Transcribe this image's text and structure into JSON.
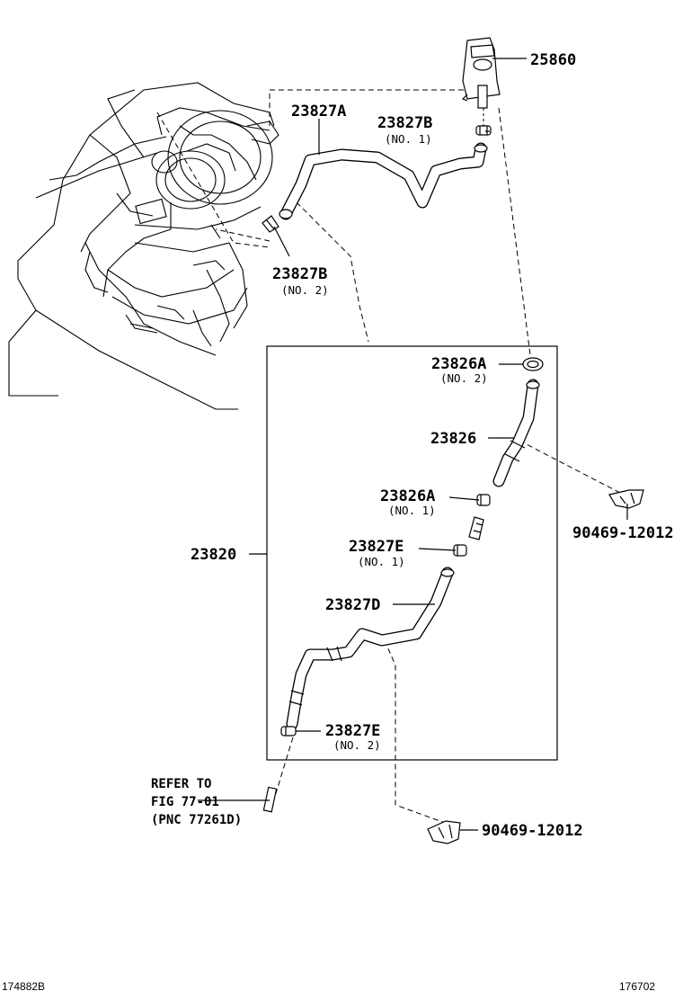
{
  "labels": {
    "part_25860": "25860",
    "part_23827A": "23827A",
    "part_23827B_no1": "23827B",
    "part_23827B_no1_sub": "(NO. 1)",
    "part_23827B_no2": "23827B",
    "part_23827B_no2_sub": "(NO. 2)",
    "part_23826A_no2": "23826A",
    "part_23826A_no2_sub": "(NO. 2)",
    "part_23826": "23826",
    "part_23826A_no1": "23826A",
    "part_23826A_no1_sub": "(NO. 1)",
    "part_23827E_no1": "23827E",
    "part_23827E_no1_sub": "(NO. 1)",
    "part_23820": "23820",
    "part_23827D": "23827D",
    "part_23827E_no2": "23827E",
    "part_23827E_no2_sub": "(NO. 2)",
    "part_90469_upper": "90469-12012",
    "part_90469_lower": "90469-12012"
  },
  "reference": {
    "line1": "REFER TO",
    "line2": "FIG 77-01",
    "line3": "(PNC 77261D)"
  },
  "footer": {
    "left_code": "174882B",
    "right_code": "176702"
  }
}
